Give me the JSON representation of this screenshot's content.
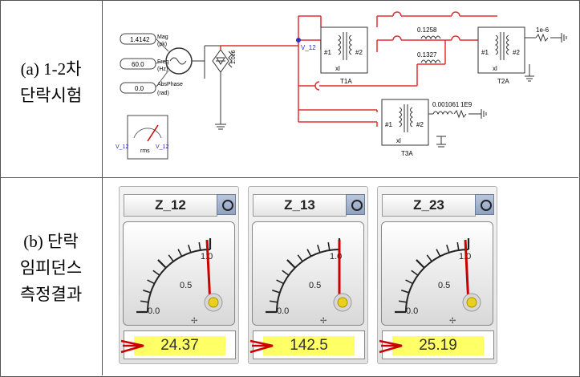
{
  "row_a": {
    "label_line1": "(a)  1-2차",
    "label_line2": "단락시험",
    "schematic": {
      "sources": [
        {
          "value": "1.4142",
          "param": "Mag",
          "unit": "(pk)"
        },
        {
          "value": "60.0",
          "param": "Freq",
          "unit": "(Hz)"
        },
        {
          "value": "0.0",
          "param": "AbsPhase",
          "unit": "(rad)"
        }
      ],
      "rms_label": "rms",
      "v_left": "V_12",
      "v_right": "V_12",
      "node_label": "V_12",
      "resistor_label": "1.0e6",
      "t1": {
        "name": "T1A",
        "w1": "#1",
        "w2": "#2",
        "xl": "xl"
      },
      "t2": {
        "name": "T2A",
        "w1": "#1",
        "w2": "#2",
        "xl": "xl"
      },
      "t3": {
        "name": "T3A",
        "w1": "#1",
        "w2": "#2",
        "xl": "xl"
      },
      "l1": "0.1258",
      "l2": "0.1327",
      "l3": "0.001061",
      "r3": "1E9",
      "r_top": "1e-6"
    }
  },
  "row_b": {
    "label_line1": "(b)  단락",
    "label_line2": "임피던스",
    "label_line3": "측정결과",
    "meters": [
      {
        "title": "Z_12",
        "value": "24.37",
        "needle_fraction": 0.97
      },
      {
        "title": "Z_13",
        "value": "142.5",
        "needle_fraction": 1.0
      },
      {
        "title": "Z_23",
        "value": "25.19",
        "needle_fraction": 0.97
      }
    ],
    "scale_labels": [
      "0.0",
      "0.5",
      "1.0"
    ],
    "colors": {
      "needle": "#cc0000",
      "highlight": "#ffff66",
      "arrow": "#cc0000",
      "wire": "#e03030"
    }
  }
}
